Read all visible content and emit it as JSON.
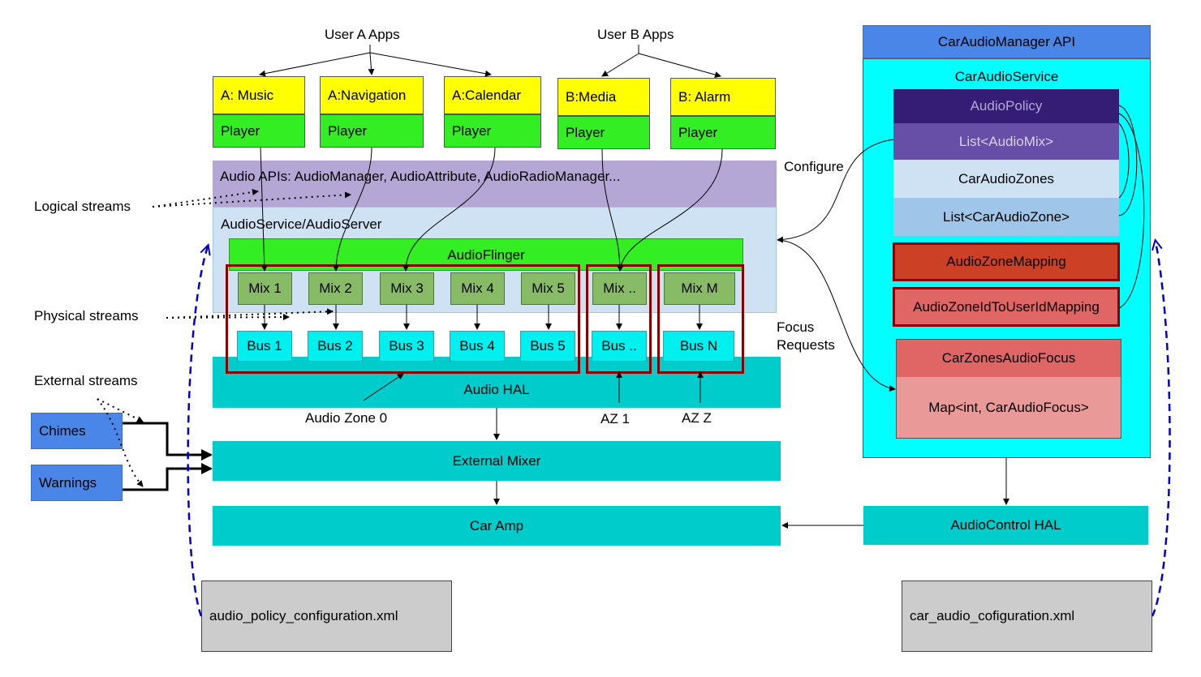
{
  "user_a_apps": "User A Apps",
  "user_b_apps": "User B Apps",
  "apps": [
    {
      "name": "A: Music",
      "player": "Player"
    },
    {
      "name": "A:Navigation",
      "player": "Player"
    },
    {
      "name": "A:Calendar",
      "player": "Player"
    },
    {
      "name": "B:Media",
      "player": "Player"
    },
    {
      "name": "B: Alarm",
      "player": "Player"
    }
  ],
  "audio_apis": "Audio APIs: AudioManager, AudioAttribute, AudioRadioManager...",
  "audio_service": "AudioService/AudioServer",
  "audio_flinger": "AudioFlinger",
  "mixes": [
    "Mix 1",
    "Mix 2",
    "Mix 3",
    "Mix 4",
    "Mix 5",
    "Mix ..",
    "Mix M"
  ],
  "buses": [
    "Bus 1",
    "Bus 2",
    "Bus 3",
    "Bus 4",
    "Bus 5",
    "Bus ..",
    "Bus N"
  ],
  "audio_hal": "Audio HAL",
  "external_mixer": "External Mixer",
  "car_amp": "Car Amp",
  "zones": {
    "zone0": "Audio Zone 0",
    "az1": "AZ 1",
    "azz": "AZ Z"
  },
  "stream_labels": {
    "logical": "Logical streams",
    "physical": "Physical streams",
    "external": "External streams"
  },
  "external_sources": {
    "chimes": "Chimes",
    "warnings": "Warnings"
  },
  "configure": "Configure",
  "focus_requests": [
    "Focus",
    "Requests"
  ],
  "car_audio_manager_api": "CarAudioManager API",
  "car_audio_service": {
    "title": "CarAudioService",
    "audio_policy": "AudioPolicy",
    "list_audio_mix": "List<AudioMix>",
    "car_audio_zones": "CarAudioZones",
    "list_car_audio_zone": "List<CarAudioZone>",
    "audio_zone_mapping": "AudioZoneMapping",
    "zone_id_to_user_id": "AudioZoneIdToUserIdMapping",
    "car_zones_audio_focus": "CarZonesAudioFocus",
    "map_focus": "Map<int, CarAudioFocus>"
  },
  "audio_control_hal": "AudioControl HAL",
  "config_files": {
    "audio_policy": "audio_policy_configuration.xml",
    "car_audio": "car_audio_cofiguration.xml"
  },
  "colors": {
    "yellow": "#ffff00",
    "player_green": "#33ee22",
    "audio_api_purple": "#b4a7d6",
    "audio_service_blue": "#cfe2f3",
    "mix_green": "#88bb66",
    "bus_cyan": "#00f0f0",
    "hal_teal": "#00cccc",
    "zone_frame": "#8b0000",
    "api_blue": "#4a86e8",
    "car_service_cyan": "#00ffff",
    "policy_dark": "#351c75",
    "mix_purple": "#674ea7",
    "zone_mapping_red": "#cc4125",
    "focus_pink": "#e06666",
    "config_grey": "#cccccc"
  }
}
